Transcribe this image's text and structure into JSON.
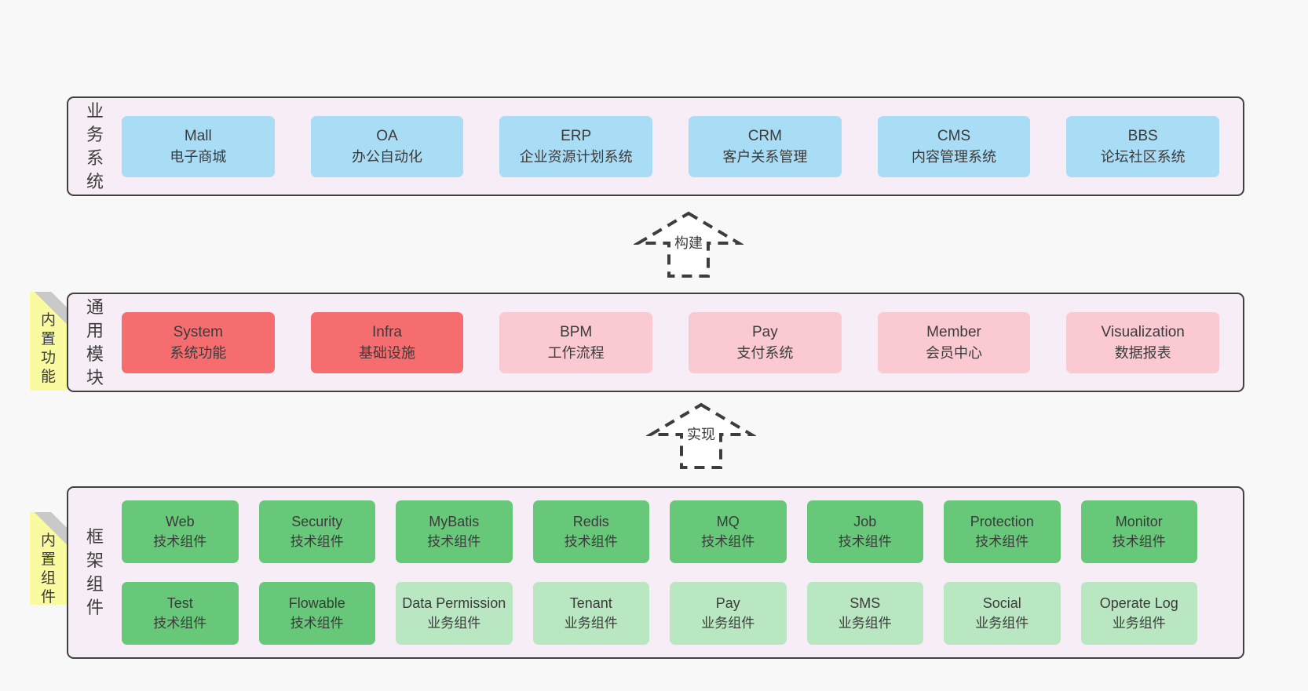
{
  "colors": {
    "page_bg": "#f8f8f8",
    "band_bg": "#f7edf6",
    "band_border": "#414141",
    "text": "#3b3b3b",
    "blue": "#a9dcf5",
    "red": "#f66d6f",
    "pink": "#fbc9d2",
    "green": "#66c878",
    "light_green": "#b9e7c1",
    "yellow": "#fafaa1",
    "fold_gray": "#c9c9c9",
    "arrow": "#3d3d3d",
    "arrow_fill": "#ffffff"
  },
  "bands": [
    {
      "label": "业务系统",
      "boxes": [
        {
          "en": "Mall",
          "zh": "电子商城"
        },
        {
          "en": "OA",
          "zh": "办公自动化"
        },
        {
          "en": "ERP",
          "zh": "企业资源计划系统"
        },
        {
          "en": "CRM",
          "zh": "客户关系管理"
        },
        {
          "en": "CMS",
          "zh": "内容管理系统"
        },
        {
          "en": "BBS",
          "zh": "论坛社区系统"
        }
      ]
    },
    {
      "label": "通用模块",
      "sticky": "内置功能",
      "boxes": [
        {
          "en": "System",
          "zh": "系统功能"
        },
        {
          "en": "Infra",
          "zh": "基础设施"
        },
        {
          "en": "BPM",
          "zh": "工作流程"
        },
        {
          "en": "Pay",
          "zh": "支付系统"
        },
        {
          "en": "Member",
          "zh": "会员中心"
        },
        {
          "en": "Visualization",
          "zh": "数据报表"
        }
      ]
    },
    {
      "label": "框架组件",
      "sticky": "内置组件",
      "rows": [
        [
          {
            "en": "Web",
            "zh": "技术组件"
          },
          {
            "en": "Security",
            "zh": "技术组件"
          },
          {
            "en": "MyBatis",
            "zh": "技术组件"
          },
          {
            "en": "Redis",
            "zh": "技术组件"
          },
          {
            "en": "MQ",
            "zh": "技术组件"
          },
          {
            "en": "Job",
            "zh": "技术组件"
          },
          {
            "en": "Protection",
            "zh": "技术组件"
          },
          {
            "en": "Monitor",
            "zh": "技术组件"
          }
        ],
        [
          {
            "en": "Test",
            "zh": "技术组件"
          },
          {
            "en": "Flowable",
            "zh": "技术组件"
          },
          {
            "en": "Data Permission",
            "zh": "业务组件"
          },
          {
            "en": "Tenant",
            "zh": "业务组件"
          },
          {
            "en": "Pay",
            "zh": "业务组件"
          },
          {
            "en": "SMS",
            "zh": "业务组件"
          },
          {
            "en": "Social",
            "zh": "业务组件"
          },
          {
            "en": "Operate Log",
            "zh": "业务组件"
          }
        ]
      ]
    }
  ],
  "arrows": [
    {
      "label": "构建"
    },
    {
      "label": "实现"
    }
  ]
}
